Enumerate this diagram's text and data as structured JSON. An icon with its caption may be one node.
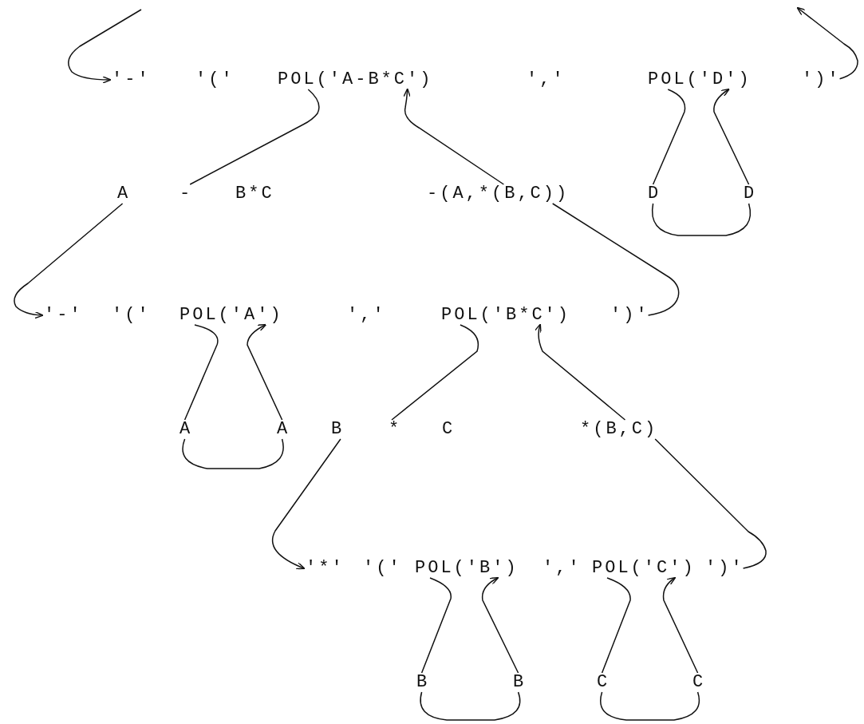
{
  "diagram": {
    "nodes": [
      {
        "text": [
          "'-'"
        ]
      },
      {
        "text": [
          "POL('A-B*C')"
        ]
      },
      {
        "text": [
          "POL('D')"
        ]
      },
      {
        "text": [
          "')'"
        ]
      },
      {
        "text": [
          "A"
        ]
      },
      {
        "text": [
          "-"
        ]
      },
      {
        "text": [
          "B*C"
        ]
      },
      {
        "text": [
          "-(A,*(B,C))"
        ]
      },
      {
        "text": [
          "D"
        ]
      },
      {
        "text": [
          "D"
        ]
      },
      {
        "text": [
          "'-'"
        ]
      },
      {
        "text": [
          "POL('A')"
        ]
      },
      {
        "text": [
          "POL('B*C')"
        ]
      },
      {
        "text": [
          "')'"
        ]
      },
      {
        "text": [
          "A"
        ]
      },
      {
        "text": [
          "A"
        ]
      },
      {
        "text": [
          "B"
        ]
      },
      {
        "text": [
          "*"
        ]
      },
      {
        "text": [
          "C"
        ]
      },
      {
        "text": [
          "*(B,C)"
        ]
      },
      {
        "text": [
          "'*'"
        ]
      },
      {
        "text": [
          "POL('B')"
        ]
      },
      {
        "text": [
          "POL('C')"
        ]
      },
      {
        "text": [
          "')'"
        ]
      },
      {
        "text": [
          "B"
        ]
      },
      {
        "text": [
          "B"
        ]
      },
      {
        "text": [
          "C"
        ]
      },
      {
        "text": [
          "C"
        ]
      }
    ],
    "edges": [
      {
        "from": null,
        "to": 0,
        "arrow": "to"
      },
      {
        "from": 3,
        "to": null,
        "arrow": "to"
      },
      {
        "from": 1,
        "to": 5,
        "arrow": "none"
      },
      {
        "from": 7,
        "to": 1,
        "arrow": "to"
      },
      {
        "from": 4,
        "to": 10,
        "arrow": "to"
      },
      {
        "from": 13,
        "to": 7,
        "arrow": "none"
      },
      {
        "from": 11,
        "to": 14,
        "arrow": "none"
      },
      {
        "from": 14,
        "to": 15,
        "arrow": "none"
      },
      {
        "from": 15,
        "to": 11,
        "arrow": "to"
      },
      {
        "from": 12,
        "to": 17,
        "arrow": "none"
      },
      {
        "from": 19,
        "to": 12,
        "arrow": "to"
      },
      {
        "from": 16,
        "to": 20,
        "arrow": "to"
      },
      {
        "from": 23,
        "to": 19,
        "arrow": "none"
      },
      {
        "from": 2,
        "to": 8,
        "arrow": "none"
      },
      {
        "from": 8,
        "to": 9,
        "arrow": "none"
      },
      {
        "from": 9,
        "to": 2,
        "arrow": "to"
      },
      {
        "from": 21,
        "to": 24,
        "arrow": "none"
      },
      {
        "from": 24,
        "to": 25,
        "arrow": "none"
      },
      {
        "from": 25,
        "to": 21,
        "arrow": "to"
      },
      {
        "from": 22,
        "to": 26,
        "arrow": "none"
      },
      {
        "from": 26,
        "to": 27,
        "arrow": "none"
      },
      {
        "from": 27,
        "to": 22,
        "arrow": "to"
      }
    ],
    "labels": [
      "'('",
      "','",
      "'('",
      "','",
      "'('",
      "','"
    ]
  }
}
